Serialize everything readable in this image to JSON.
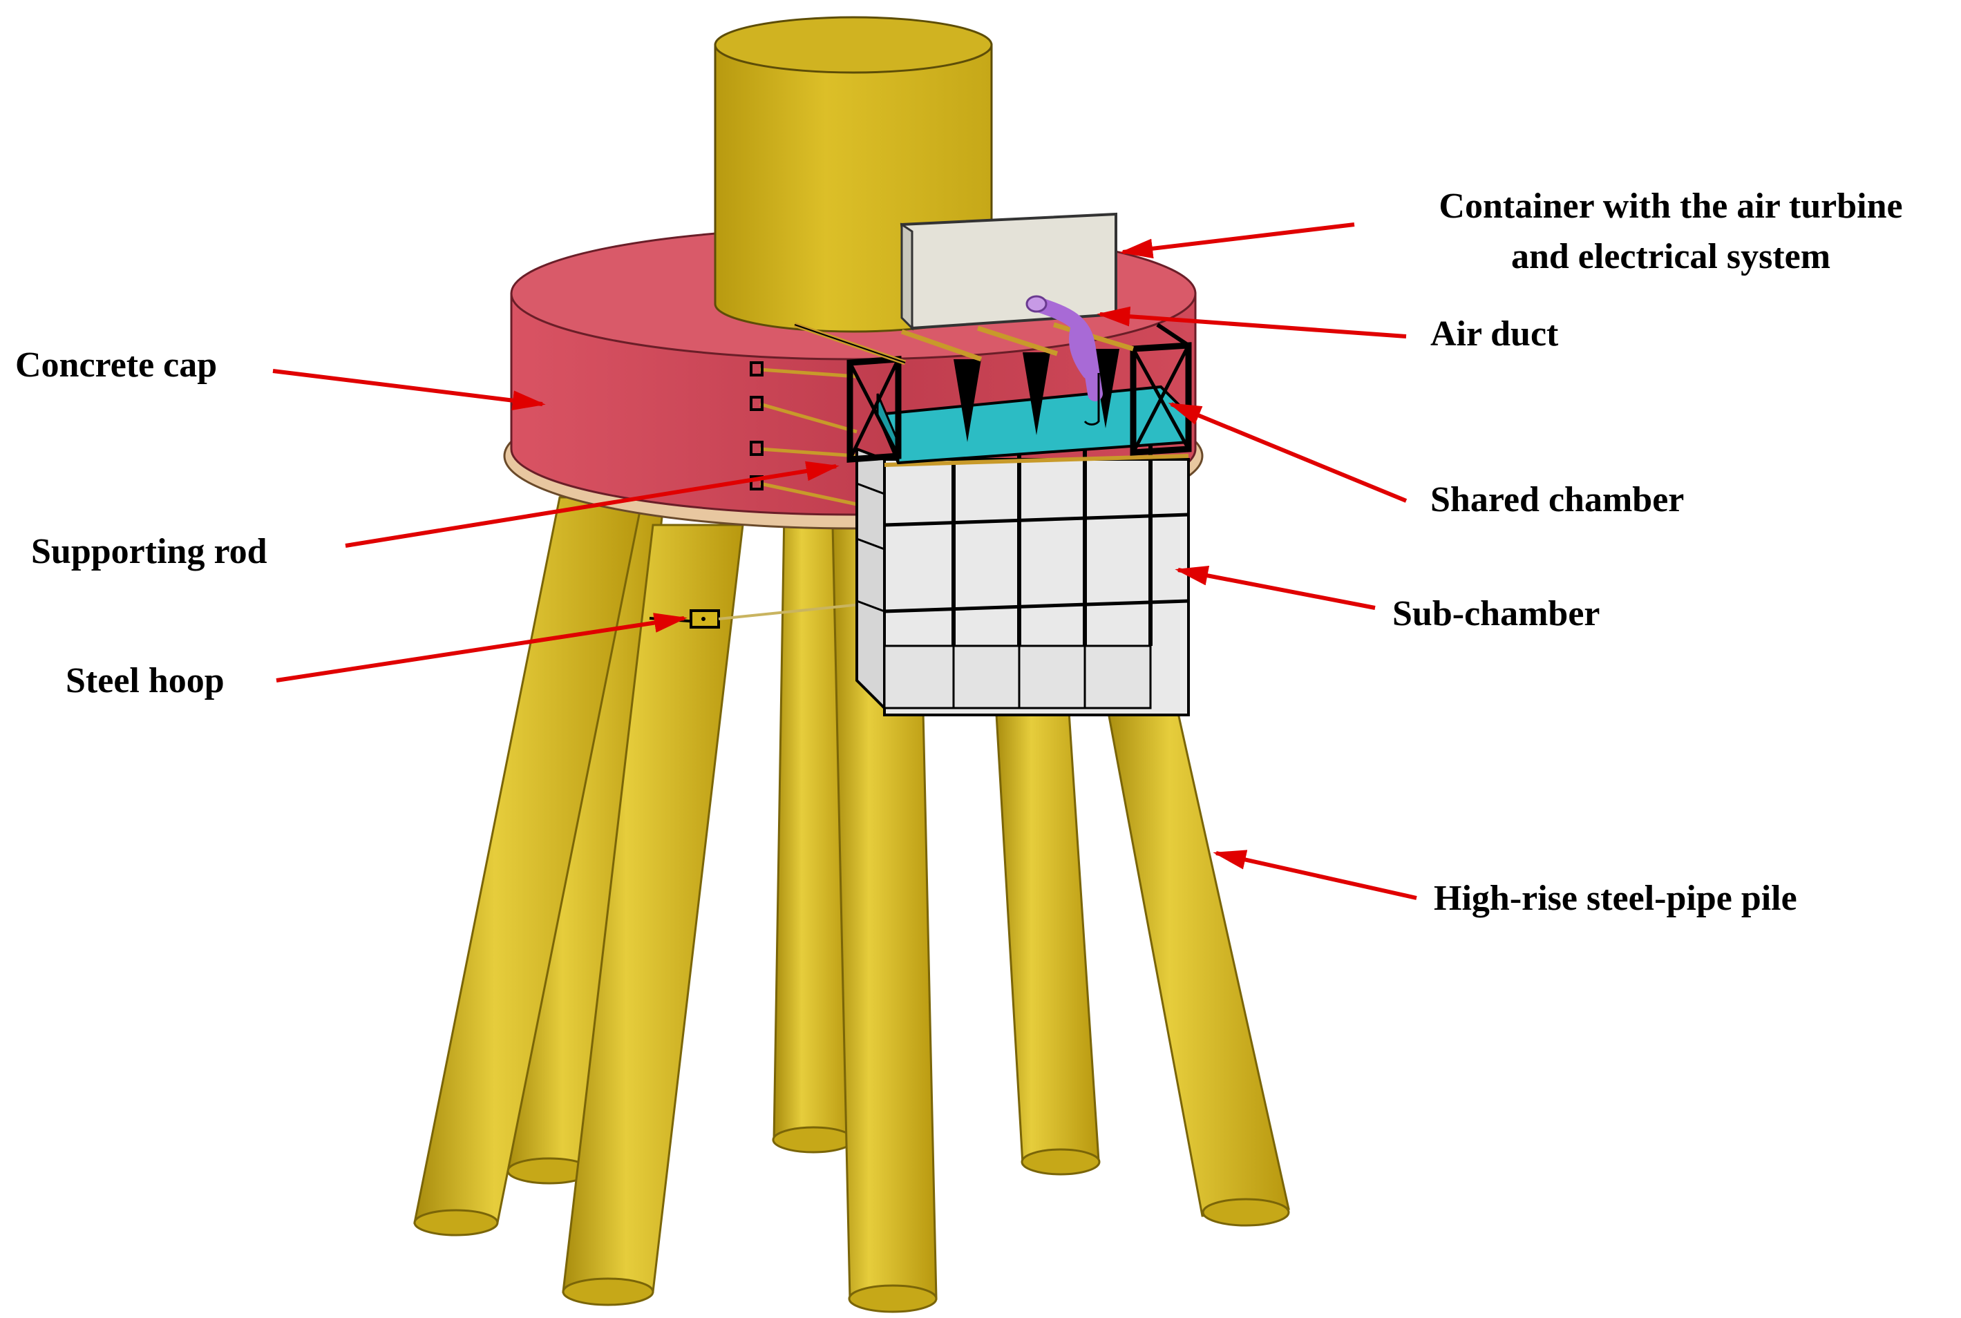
{
  "colors": {
    "pile": "#d4b51c",
    "pile_shade": "#a88c0e",
    "pile_light": "#e6cd3c",
    "cap": "#d34b5b",
    "cap_shade": "#a8303f",
    "cap_top": "#d95a69",
    "base_plate": "#e8c7a0",
    "chamber": "#e9e9e9",
    "shared_chamber": "#2cbcc4",
    "frame": "#000000",
    "rod": "#c89a2a",
    "container": "#e4e2d8",
    "air_duct": "#a86ad6",
    "arrow": "#e00000"
  },
  "labels": {
    "container": [
      "Container with the air turbine",
      "and electrical system"
    ],
    "air_duct": "Air duct",
    "concrete_cap": "Concrete cap",
    "shared_chamber": "Shared chamber",
    "supporting_rod": "Supporting rod",
    "sub_chamber": "Sub-chamber",
    "steel_hoop": "Steel hoop",
    "pile": "High-rise steel-pipe pile"
  }
}
